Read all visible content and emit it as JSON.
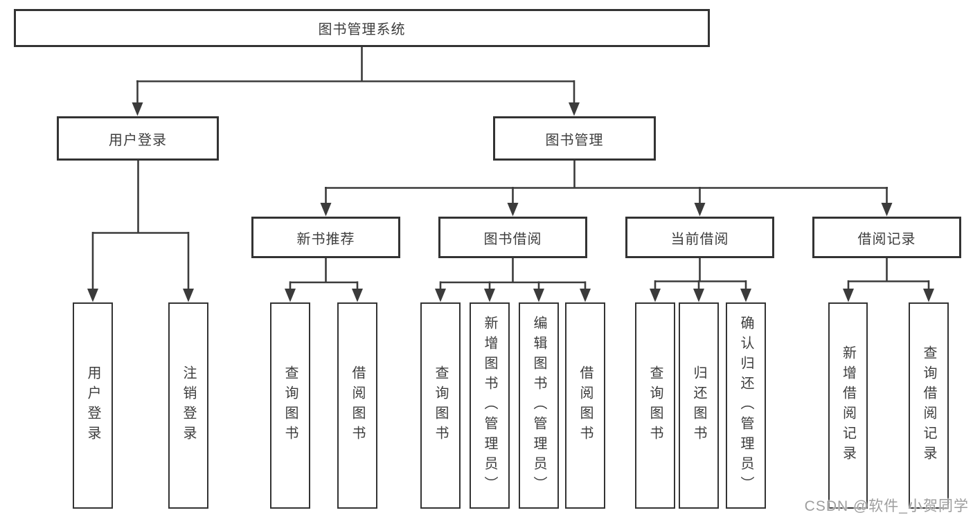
{
  "diagram": {
    "root": {
      "label": "图书管理系统"
    },
    "level2": {
      "user_login": {
        "label": "用户登录"
      },
      "book_mgmt": {
        "label": "图书管理"
      }
    },
    "level3": {
      "new_book_rec": {
        "label": "新书推荐"
      },
      "book_borrow": {
        "label": "图书借阅"
      },
      "current_borrow": {
        "label": "当前借阅"
      },
      "borrow_records": {
        "label": "借阅记录"
      }
    },
    "leaves": {
      "user_login": [
        "用户登录",
        "注销登录"
      ],
      "new_book_rec": [
        "查询图书",
        "借阅图书"
      ],
      "book_borrow": [
        "查询图书",
        "新增图书（管理员）",
        "编辑图书（管理员）",
        "借阅图书"
      ],
      "current_borrow": [
        "查询图书",
        "归还图书",
        "确认归还（管理员）"
      ],
      "borrow_records": [
        "新增借阅记录",
        "查询借阅记录"
      ]
    },
    "watermark": {
      "text": "CSDN @软件_小贺同学"
    },
    "colors": {
      "line": "#3b3b3b",
      "border": "#333333",
      "text": "#3d3d3d",
      "watermark_text": "#9e9e9e",
      "background": "#ffffff"
    }
  }
}
